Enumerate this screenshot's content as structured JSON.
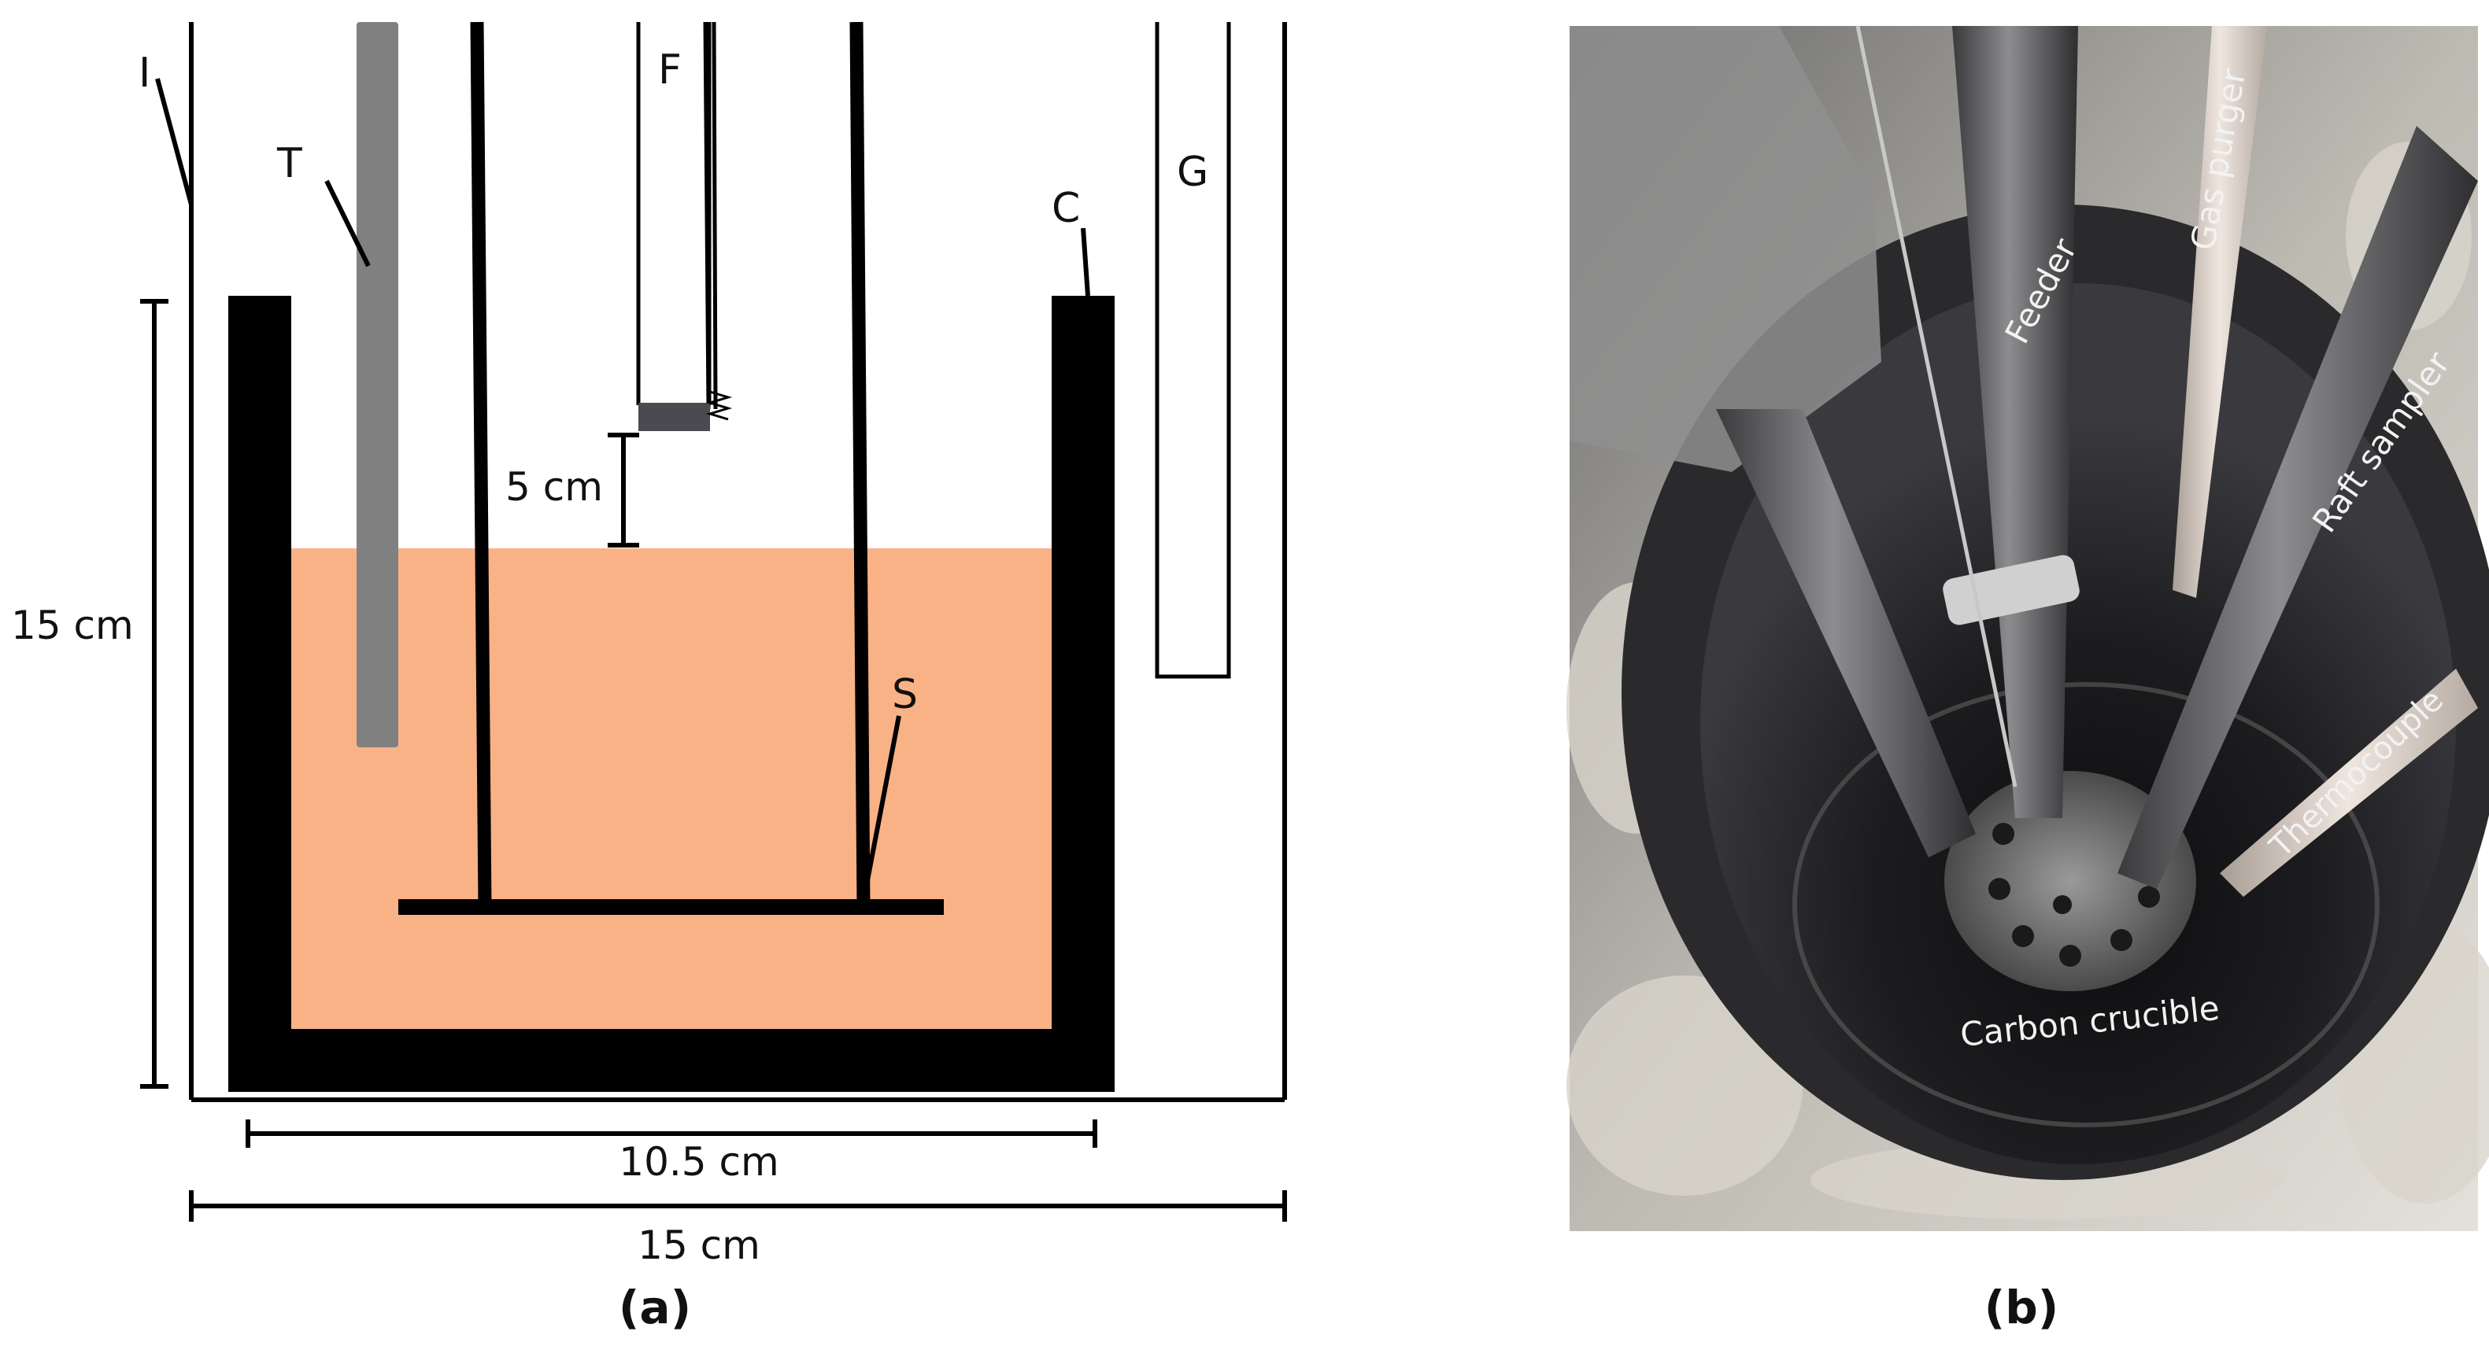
{
  "panel_a": {
    "labels": {
      "insulation": "I",
      "thermocouple": "T",
      "feeder": "F",
      "gas_purger": "G",
      "crucible": "C",
      "sampler": "S"
    },
    "dimensions": {
      "height": "15 cm",
      "gap": "5 cm",
      "inner_width": "10.5 cm",
      "outer_width": "15 cm"
    },
    "caption": "(a)",
    "colors": {
      "crucible": "#000000",
      "melt": "#f9b286",
      "thermocouple": "#808080",
      "feeder_tip": "#4a4a50"
    }
  },
  "panel_b": {
    "labels": {
      "feeder": "Feeder",
      "gas_purger": "Gas purger",
      "raft_sampler": "Raft sampler",
      "thermocouple": "Thermocouple",
      "carbon_crucible": "Carbon crucible"
    },
    "caption": "(b)"
  }
}
